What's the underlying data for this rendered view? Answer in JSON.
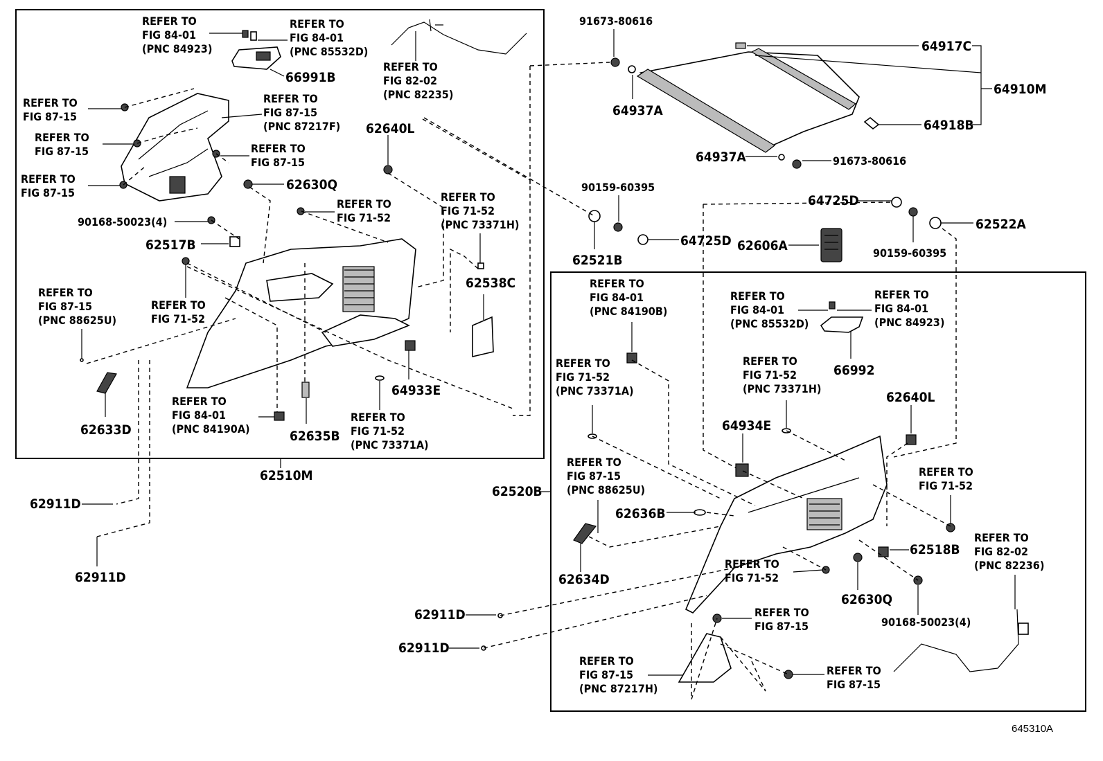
{
  "diagram_code": "645310A",
  "assembly_labels": {
    "left": "62510M",
    "right": "62520B",
    "cover": "64910M"
  },
  "left_box": {
    "refer_84_01_a": [
      "REFER TO",
      "FIG 84-01",
      "(PNC 84923)"
    ],
    "refer_84_01_b": [
      "REFER TO",
      "FIG 84-01",
      "(PNC 85532D)"
    ],
    "part_66991b": "66991B",
    "refer_82_02": [
      "REFER TO",
      "FIG 82-02",
      "(PNC 82235)"
    ],
    "refer_87_15_a": [
      "REFER TO",
      "FIG 87-15"
    ],
    "refer_87_15_b": [
      "REFER TO",
      "FIG 87-15"
    ],
    "refer_87_15_c": [
      "REFER TO",
      "FIG 87-15"
    ],
    "refer_87_15_pnc": [
      "REFER TO",
      "FIG 87-15",
      "(PNC 87217F)"
    ],
    "refer_87_15_d": [
      "REFER TO",
      "FIG 87-15"
    ],
    "part_62640l": "62640L",
    "part_62630q": "62630Q",
    "part_90168": "90168-50023(4)",
    "refer_71_52_a": [
      "REFER TO",
      "FIG 71-52"
    ],
    "refer_71_52_pnc": [
      "REFER TO",
      "FIG 71-52",
      "(PNC 73371H)"
    ],
    "part_62517b": "62517B",
    "refer_87_15_88625u": [
      "REFER TO",
      "FIG 87-15",
      "(PNC 88625U)"
    ],
    "refer_71_52_b": [
      "REFER TO",
      "FIG 71-52"
    ],
    "part_62538c": "62538C",
    "part_64933e": "64933E",
    "refer_84_01_c": [
      "REFER TO",
      "FIG 84-01",
      "(PNC 84190A)"
    ],
    "refer_71_52_73371a": [
      "REFER TO",
      "FIG 71-52",
      "(PNC 73371A)"
    ],
    "part_62633d": "62633D",
    "part_62635b": "62635B"
  },
  "outside_left": {
    "part_62911d_a": "62911D",
    "part_62911d_b": "62911D",
    "part_62911d_c": "62911D",
    "part_62911d_d": "62911D"
  },
  "cover_area": {
    "part_91673_a": "91673-80616",
    "part_64917c": "64917C",
    "part_64937a_a": "64937A",
    "part_64918b": "64918B",
    "part_64937a_b": "64937A",
    "part_91673_b": "91673-80616",
    "part_90159_a": "90159-60395",
    "part_64725d_a": "64725D",
    "part_64725d_b": "64725D",
    "part_62522a": "62522A",
    "part_62606a": "62606A",
    "part_62521b": "62521B",
    "part_90159_b": "90159-60395"
  },
  "right_box": {
    "refer_84_01_84190b": [
      "REFER TO",
      "FIG 84-01",
      "(PNC 84190B)"
    ],
    "refer_84_01_85532d": [
      "REFER TO",
      "FIG 84-01",
      "(PNC 85532D)"
    ],
    "refer_84_01_84923": [
      "REFER TO",
      "FIG 84-01",
      "(PNC 84923)"
    ],
    "part_66992": "66992",
    "refer_71_52_73371a": [
      "REFER TO",
      "FIG 71-52",
      "(PNC 73371A)"
    ],
    "refer_71_52_73371h": [
      "REFER TO",
      "FIG 71-52",
      "(PNC 73371H)"
    ],
    "part_62640l": "62640L",
    "part_64934e": "64934E",
    "refer_87_15_88625u": [
      "REFER TO",
      "FIG 87-15",
      "(PNC 88625U)"
    ],
    "part_62636b": "62636B",
    "refer_71_52_a": [
      "REFER TO",
      "FIG 71-52"
    ],
    "part_62634d": "62634D",
    "refer_71_52_b": [
      "REFER TO",
      "FIG 71-52"
    ],
    "part_62518b": "62518B",
    "part_62630q": "62630Q",
    "refer_82_02": [
      "REFER TO",
      "FIG 82-02",
      "(PNC 82236)"
    ],
    "part_90168": "90168-50023(4)",
    "refer_87_15_a": [
      "REFER TO",
      "FIG 87-15"
    ],
    "refer_87_15_pnc": [
      "REFER TO",
      "FIG 87-15",
      "(PNC 87217H)"
    ],
    "refer_87_15_b": [
      "REFER TO",
      "FIG 87-15"
    ]
  }
}
